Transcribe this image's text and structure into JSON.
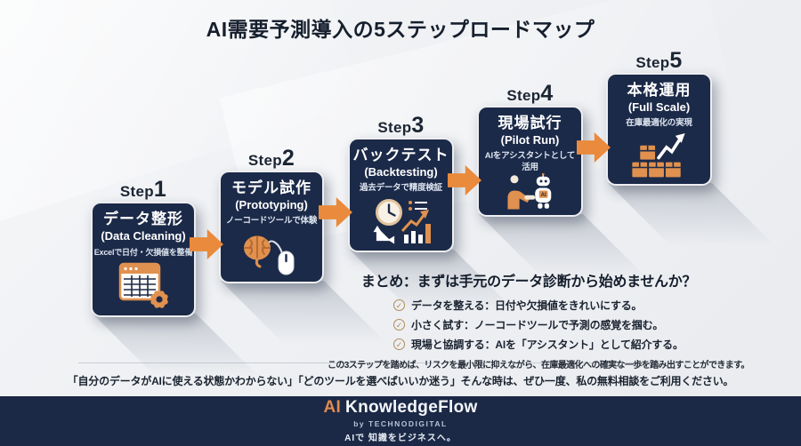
{
  "title": "AI需要予測導入の5ステップロードマップ",
  "steps": [
    {
      "label_prefix": "Step",
      "number": "1",
      "title": "データ整形",
      "subtitle_en": "(Data Cleaning)",
      "desc": "Excelで日付・欠損値を整備",
      "icon": "spreadsheet-gear-icon"
    },
    {
      "label_prefix": "Step",
      "number": "2",
      "title": "モデル試作",
      "subtitle_en": "(Prototyping)",
      "desc": "ノーコードツールで体験",
      "icon": "brain-mouse-icon"
    },
    {
      "label_prefix": "Step",
      "number": "3",
      "title": "バックテスト",
      "subtitle_en": "(Backtesting)",
      "desc": "過去データで精度検証",
      "icon": "clock-chart-icon"
    },
    {
      "label_prefix": "Step",
      "number": "4",
      "title": "現場試行",
      "subtitle_en": "(Pilot Run)",
      "desc": "AIをアシスタントとして活用",
      "icon": "human-robot-handshake-icon"
    },
    {
      "label_prefix": "Step",
      "number": "5",
      "title": "本格運用",
      "subtitle_en": "(Full Scale)",
      "desc": "在庫最適化の実現",
      "icon": "boxes-growth-chart-icon"
    }
  ],
  "summary": {
    "heading": "まとめ：まずは手元のデータ診断から始めませんか？",
    "items": [
      {
        "icon": "check-circle-icon",
        "text": "データを整える：日付や欠損値をきれいにする。"
      },
      {
        "icon": "check-circle-icon",
        "text": "小さく試す：ノーコードツールで予測の感覚を掴む。"
      },
      {
        "icon": "check-circle-icon",
        "text": "現場と協調する：AIを「アシスタント」として紹介する。"
      }
    ],
    "note": "この3ステップを踏めば、リスクを最小限に抑えながら、在庫最適化への確実な一歩を踏み出すことができます。"
  },
  "quote": "「自分のデータがAIに使える状態かわからない」「どのツールを選べばいいか迷う」そんな時は、ぜひ一度、私の無料相談をご利用ください。",
  "footer": {
    "brand_ai": "AI",
    "brand_name": "KnowledgeFlow",
    "byline": "by TECHNODIGITAL",
    "tagline": "AIで 知識をビジネスへ。"
  },
  "colors": {
    "card_navy": "#1c2a49",
    "accent_orange": "#e98a3c",
    "background_light": "#eef0f3",
    "check_gold": "#b18b58",
    "footer_navy": "#1b2946"
  }
}
